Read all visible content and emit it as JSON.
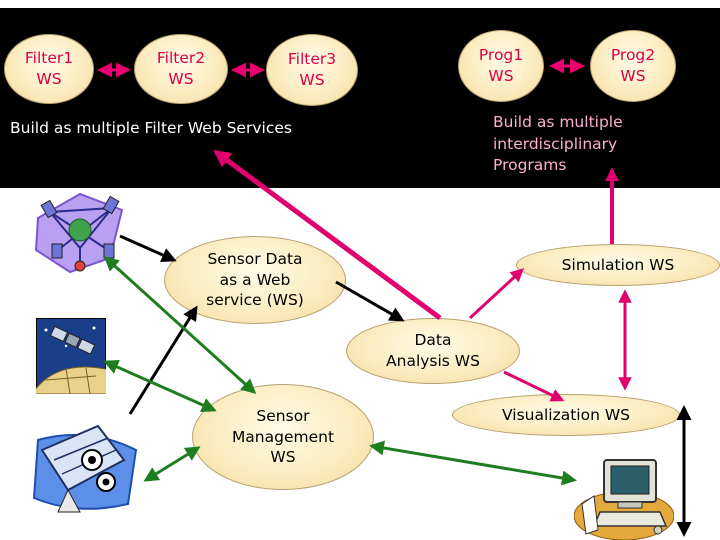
{
  "filter_row": {
    "filter1": [
      "Filter1",
      "WS"
    ],
    "filter2": [
      "Filter2",
      "WS"
    ],
    "filter3": [
      "Filter3",
      "WS"
    ],
    "caption": "Build as multiple Filter Web Services"
  },
  "program_row": {
    "prog1": [
      "Prog1",
      "WS"
    ],
    "prog2": [
      "Prog2",
      "WS"
    ],
    "caption": [
      "Build as multiple",
      "interdisciplinary",
      "Programs"
    ]
  },
  "services": {
    "sensor_data": [
      "Sensor Data",
      "as a Web",
      "service (WS)"
    ],
    "simulation": [
      "Simulation WS"
    ],
    "data_analysis": [
      "Data",
      "Analysis WS"
    ],
    "sensor_management": [
      "Sensor",
      "Management",
      "WS"
    ],
    "visualization": [
      "Visualization WS"
    ]
  },
  "colors": {
    "banner": "#000000",
    "oval_fill": "#fcecc0",
    "oval_text_red": "#d90048",
    "arrow_black": "#000000",
    "arrow_green": "#1e7d1e",
    "arrow_magenta": "#e0006e",
    "arrow_pink_small": "#e8006e"
  },
  "icons": [
    "satellite-network-clipart",
    "satellite-in-space-clipart",
    "satellites-and-antennas-clipart",
    "computer-workstation-clipart"
  ]
}
